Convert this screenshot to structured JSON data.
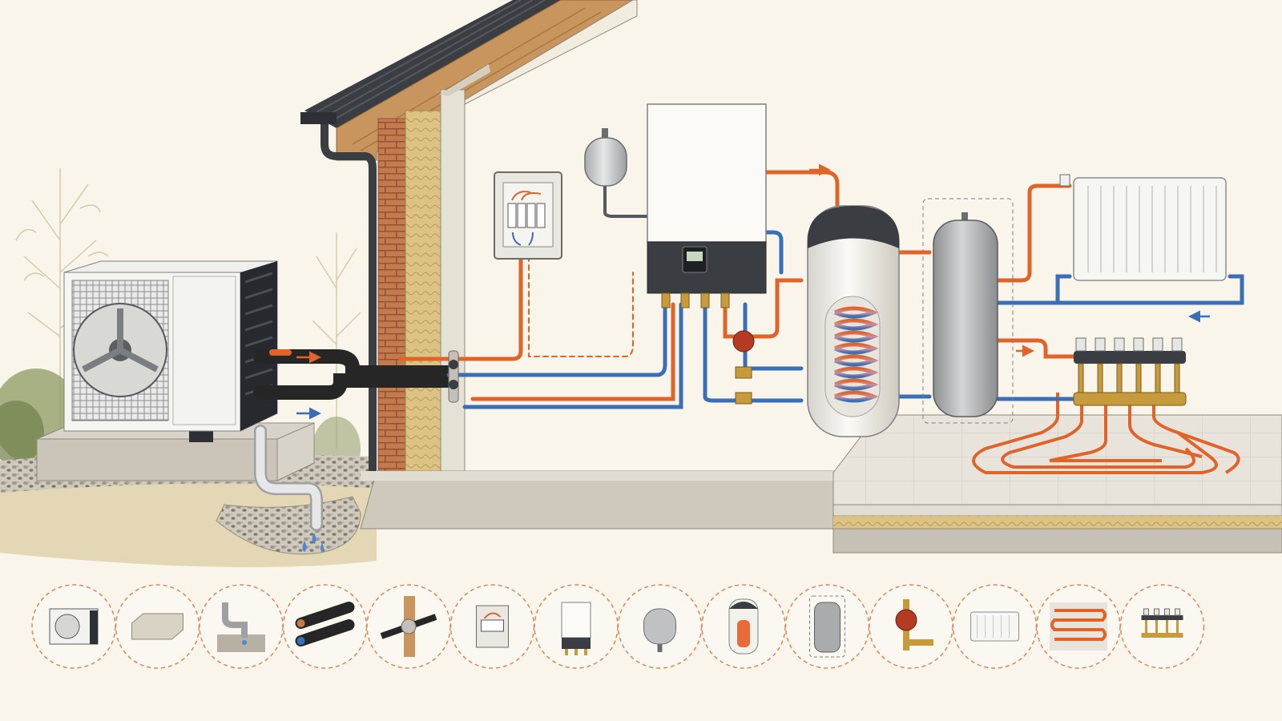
{
  "diagram": {
    "kind": "air-to-water heat pump installation cutaway",
    "colors": {
      "background": "#faf5ea",
      "flow_hot": "#e0642a",
      "flow_cold": "#3a6fb5",
      "insulation_black": "#262626",
      "brick": "#c57a4e",
      "timber": "#c9955e",
      "insulation_yellow": "#d9bf7e",
      "concrete": "#d9d3c6",
      "brass": "#c79a3b",
      "roof": "#3a3d42",
      "icon_ring": "#d9875a"
    },
    "components": [
      {
        "id": "outdoor-unit",
        "icon": "heat-pump-outdoor-unit-icon"
      },
      {
        "id": "concrete-base",
        "icon": "concrete-base-icon"
      },
      {
        "id": "condensate-drain",
        "icon": "condensate-drain-icon"
      },
      {
        "id": "insulated-pipes",
        "icon": "insulated-pipes-icon"
      },
      {
        "id": "wall-penetration",
        "icon": "wall-penetration-icon"
      },
      {
        "id": "electrical-panel",
        "icon": "electrical-panel-icon"
      },
      {
        "id": "indoor-unit",
        "icon": "indoor-unit-icon"
      },
      {
        "id": "expansion-vessel",
        "icon": "expansion-vessel-icon"
      },
      {
        "id": "hot-water-cylinder",
        "icon": "hot-water-cylinder-icon"
      },
      {
        "id": "buffer-tank",
        "icon": "buffer-tank-icon"
      },
      {
        "id": "circulation-pump",
        "icon": "circulation-pump-icon"
      },
      {
        "id": "radiator",
        "icon": "radiator-icon"
      },
      {
        "id": "underfloor-heating",
        "icon": "underfloor-heating-icon"
      },
      {
        "id": "manifold",
        "icon": "manifold-icon"
      }
    ]
  }
}
